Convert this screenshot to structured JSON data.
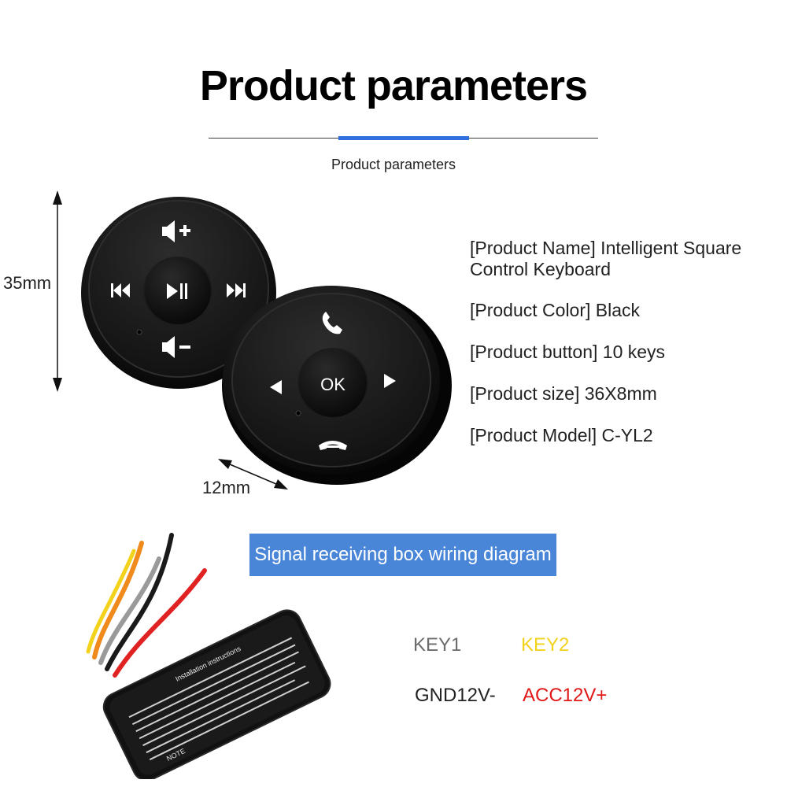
{
  "header": {
    "title": "Product parameters",
    "subtitle": "Product parameters",
    "accent_color": "#2f6fe0"
  },
  "dimensions": {
    "height_label": "35mm",
    "depth_label": "12mm"
  },
  "specs": [
    "[Product Name] Intelligent Square Control Keyboard",
    "[Product Color] Black",
    "[Product button] 10 keys",
    "[Product size] 36X8mm",
    "[Product Model] C-YL2"
  ],
  "remote_buttons": {
    "ok": "OK",
    "volume_up_icon": "volume-up-icon",
    "volume_down_icon": "volume-down-icon",
    "prev_icon": "previous-track-icon",
    "next_icon": "next-track-icon",
    "play_pause_icon": "play-pause-icon",
    "answer_icon": "phone-answer-icon",
    "hangup_icon": "phone-hangup-icon"
  },
  "wiring": {
    "banner": "Signal receiving box wiring diagram",
    "banner_color": "#4a86d8",
    "key1": "KEY1",
    "key2": "KEY2",
    "gnd": "GND12V-",
    "acc": "ACC12V+",
    "key1_color": "#6b6b6b",
    "key2_color": "#f2d21a",
    "acc_color": "#e01818",
    "box_note_title": "Installation instructions",
    "box_note": "NOTE"
  }
}
